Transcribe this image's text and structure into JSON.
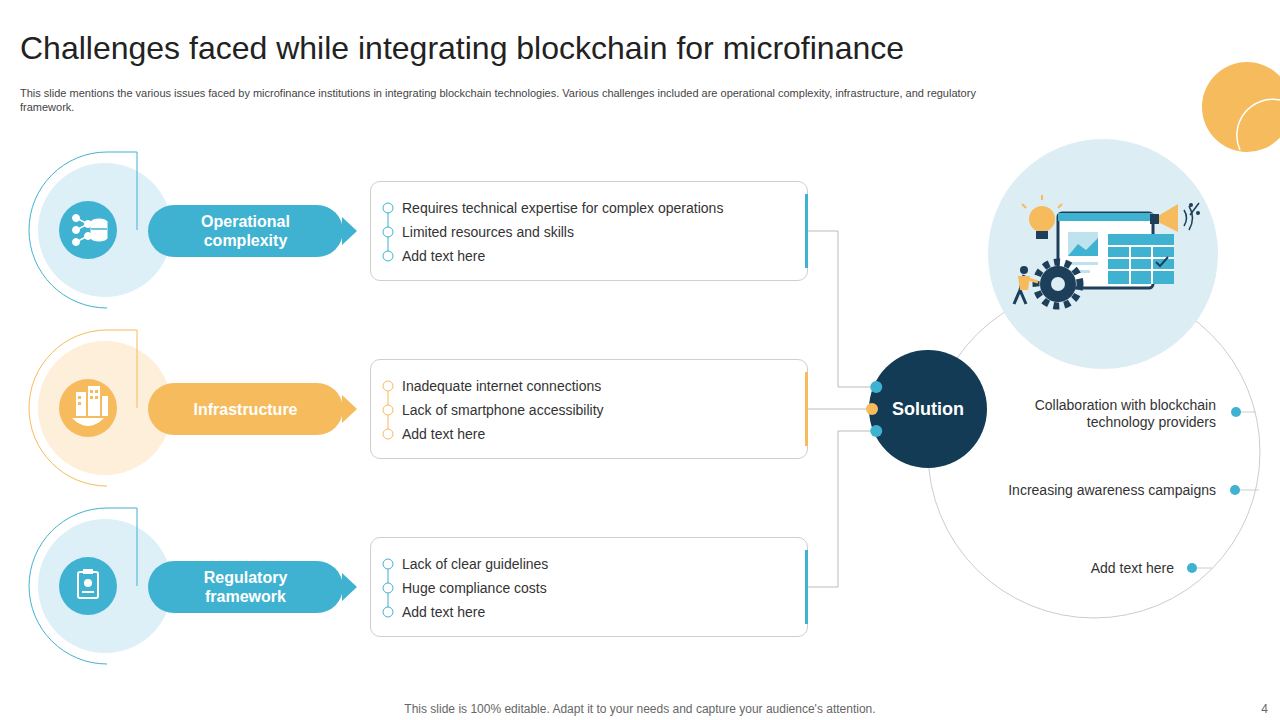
{
  "diagram": {
    "title": "Challenges faced while integrating blockchain for microfinance",
    "nodes": [
      {
        "text": [
          "Operational complexity"
        ]
      },
      {
        "text": [
          "Requires technical expertise for complex operations",
          "Limited resources and skills",
          "Add text here"
        ]
      },
      {
        "text": [
          "Infrastructure"
        ]
      },
      {
        "text": [
          "Inadequate internet connections",
          "Lack of smartphone accessibility",
          "Add text here"
        ]
      },
      {
        "text": [
          "Regulatory framework"
        ]
      },
      {
        "text": [
          "Lack of clear guidelines",
          "Huge compliance costs",
          "Add text here"
        ]
      },
      {
        "text": [
          "Solution"
        ]
      }
    ],
    "edges": [
      {
        "from": 1,
        "to": 6,
        "arrow": "none"
      },
      {
        "from": 3,
        "to": 6,
        "arrow": "none"
      },
      {
        "from": 5,
        "to": 6,
        "arrow": "none"
      }
    ],
    "labels": [
      "This slide mentions the various issues faced by microfinance institutions in integrating blockchain technologies. Various challenges included are operational complexity, infrastructure, and regulatory framework.",
      "Collaboration with blockchain technology providers",
      "Increasing awareness campaigns",
      "Add text here",
      "This slide is 100% editable. Adapt it to your needs and capture your audience's attention.",
      "4"
    ]
  }
}
